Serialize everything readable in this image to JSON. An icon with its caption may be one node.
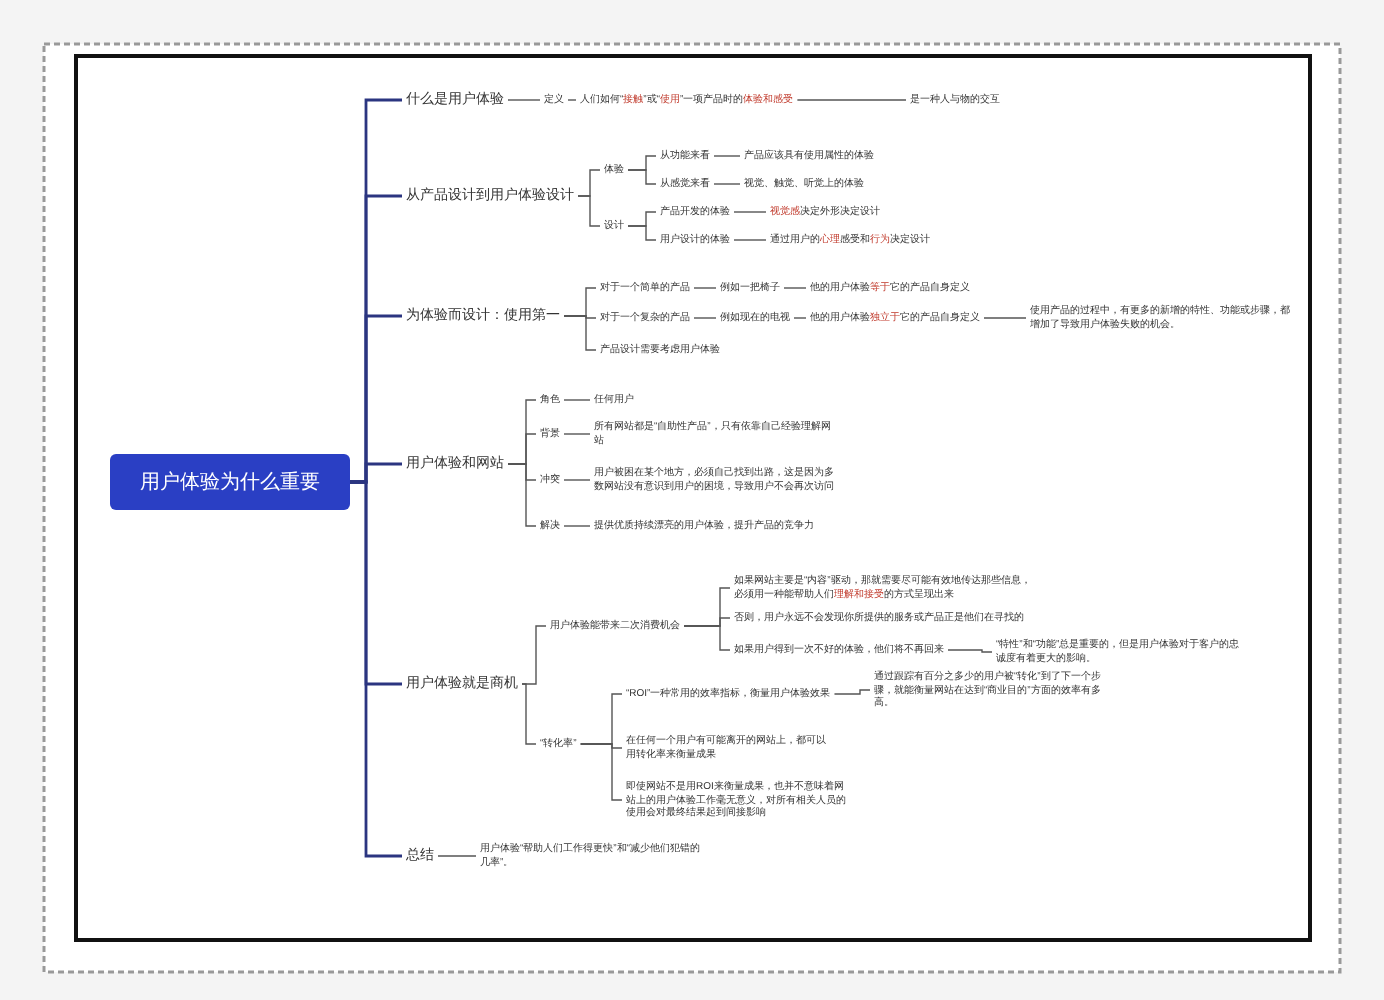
{
  "diagram": {
    "nodes": [
      {
        "text": [
          "用户体验为什么重要"
        ]
      },
      {
        "text": [
          "什么是用户体验"
        ]
      },
      {
        "text": [
          "定义"
        ]
      },
      {
        "text": [
          "人们如何“**接触**”或“**使用**”一项产品时的**体验和感受**"
        ]
      },
      {
        "text": [
          "是一种人与物的交互"
        ]
      },
      {
        "text": [
          "从产品设计到用户体验设计"
        ]
      },
      {
        "text": [
          "体验"
        ]
      },
      {
        "text": [
          "从功能来看"
        ]
      },
      {
        "text": [
          "产品应该具有使用属性的体验"
        ]
      },
      {
        "text": [
          "从感觉来看"
        ]
      },
      {
        "text": [
          "视觉、触觉、听觉上的体验"
        ]
      },
      {
        "text": [
          "设计"
        ]
      },
      {
        "text": [
          "产品开发的体验"
        ]
      },
      {
        "text": [
          "**视觉感**决定外形决定设计"
        ]
      },
      {
        "text": [
          "用户设计的体验"
        ]
      },
      {
        "text": [
          "通过用户的**心理**感受和**行为**决定设计"
        ]
      },
      {
        "text": [
          "为体验而设计：使用第一"
        ]
      },
      {
        "text": [
          "对于一个简单的产品"
        ]
      },
      {
        "text": [
          "例如一把椅子"
        ]
      },
      {
        "text": [
          "他的用户体验**等于**它的产品自身定义"
        ]
      },
      {
        "text": [
          "对于一个复杂的产品"
        ]
      },
      {
        "text": [
          "例如现在的电视"
        ]
      },
      {
        "text": [
          "他的用户体验**独立于**它的产品自身定义"
        ]
      },
      {
        "text": [
          "使用产品的过程中，有更多的新增的特性、功能或步骤，都增加了导致用户体验失败的机会。"
        ]
      },
      {
        "text": [
          "产品设计需要考虑用户体验"
        ]
      },
      {
        "text": [
          "用户体验和网站"
        ]
      },
      {
        "text": [
          "角色"
        ]
      },
      {
        "text": [
          "任何用户"
        ]
      },
      {
        "text": [
          "背景"
        ]
      },
      {
        "text": [
          "所有网站都是“自助性产品”，只有依靠自己经验理解网站"
        ]
      },
      {
        "text": [
          "冲突"
        ]
      },
      {
        "text": [
          "用户被困在某个地方，必须自己找到出路，这是因为多数网站没有意识到用户的困境，导致用户不会再次访问"
        ]
      },
      {
        "text": [
          "解决"
        ]
      },
      {
        "text": [
          "提供优质持续漂亮的用户体验，提升产品的竞争力"
        ]
      },
      {
        "text": [
          "用户体验就是商机"
        ]
      },
      {
        "text": [
          "用户体验能带来二次消费机会"
        ]
      },
      {
        "text": [
          "如果网站主要是“内容”驱动，那就需要尽可能有效地传达那些信息，必须用一种能帮助人们**理解和接受**的方式呈现出来"
        ]
      },
      {
        "text": [
          "否则，用户永远不会发现你所提供的服务或产品正是他们在寻找的"
        ]
      },
      {
        "text": [
          "如果用户得到一次不好的体验，他们将不再回来"
        ]
      },
      {
        "text": [
          "“特性”和“功能”总是重要的，但是用户体验对于客户的忠诚度有着更大的影响。"
        ]
      },
      {
        "text": [
          "“转化率”"
        ]
      },
      {
        "text": [
          "“ROI”一种常用的效率指标，衡量用户体验效果"
        ]
      },
      {
        "text": [
          "通过跟踪有百分之多少的用户被“转化”到了下一个步骤，就能衡量网站在达到“商业目的”方面的效率有多高。"
        ]
      },
      {
        "text": [
          "在任何一个用户有可能离开的网站上，都可以用转化率来衡量成果"
        ]
      },
      {
        "text": [
          "即使网站不是用ROI来衡量成果，也并不意味着网站上的用户体验工作毫无意义，对所有相关人员的使用会对最终结果起到间接影响"
        ]
      },
      {
        "text": [
          "总结"
        ]
      },
      {
        "text": [
          "用户体验“帮助人们工作得更快”和“减少他们犯错的几率”。"
        ]
      }
    ],
    "edges": [
      {
        "from": 0,
        "to": 1,
        "arrow": "none",
        "color": "#2b3580"
      },
      {
        "from": 1,
        "to": 2,
        "arrow": "none"
      },
      {
        "from": 2,
        "to": 3,
        "arrow": "none"
      },
      {
        "from": 3,
        "to": 4,
        "arrow": "none"
      },
      {
        "from": 0,
        "to": 5,
        "arrow": "none",
        "color": "#2b3580"
      },
      {
        "from": 5,
        "to": 6,
        "arrow": "none"
      },
      {
        "from": 6,
        "to": 7,
        "arrow": "none"
      },
      {
        "from": 7,
        "to": 8,
        "arrow": "none"
      },
      {
        "from": 6,
        "to": 9,
        "arrow": "none"
      },
      {
        "from": 9,
        "to": 10,
        "arrow": "none"
      },
      {
        "from": 5,
        "to": 11,
        "arrow": "none"
      },
      {
        "from": 11,
        "to": 12,
        "arrow": "none"
      },
      {
        "from": 12,
        "to": 13,
        "arrow": "none"
      },
      {
        "from": 11,
        "to": 14,
        "arrow": "none"
      },
      {
        "from": 14,
        "to": 15,
        "arrow": "none"
      },
      {
        "from": 0,
        "to": 16,
        "arrow": "none",
        "color": "#2b3580"
      },
      {
        "from": 16,
        "to": 17,
        "arrow": "none"
      },
      {
        "from": 17,
        "to": 18,
        "arrow": "none"
      },
      {
        "from": 18,
        "to": 19,
        "arrow": "none"
      },
      {
        "from": 16,
        "to": 20,
        "arrow": "none"
      },
      {
        "from": 20,
        "to": 21,
        "arrow": "none"
      },
      {
        "from": 21,
        "to": 22,
        "arrow": "none"
      },
      {
        "from": 22,
        "to": 23,
        "arrow": "none"
      },
      {
        "from": 16,
        "to": 24,
        "arrow": "none"
      },
      {
        "from": 0,
        "to": 25,
        "arrow": "none",
        "color": "#2b3580"
      },
      {
        "from": 25,
        "to": 26,
        "arrow": "none"
      },
      {
        "from": 26,
        "to": 27,
        "arrow": "none"
      },
      {
        "from": 25,
        "to": 28,
        "arrow": "none"
      },
      {
        "from": 28,
        "to": 29,
        "arrow": "none"
      },
      {
        "from": 25,
        "to": 30,
        "arrow": "none"
      },
      {
        "from": 30,
        "to": 31,
        "arrow": "none"
      },
      {
        "from": 25,
        "to": 32,
        "arrow": "none"
      },
      {
        "from": 32,
        "to": 33,
        "arrow": "none"
      },
      {
        "from": 0,
        "to": 34,
        "arrow": "none",
        "color": "#2b3580"
      },
      {
        "from": 34,
        "to": 35,
        "arrow": "none"
      },
      {
        "from": 35,
        "to": 36,
        "arrow": "none"
      },
      {
        "from": 35,
        "to": 37,
        "arrow": "none"
      },
      {
        "from": 35,
        "to": 38,
        "arrow": "none"
      },
      {
        "from": 38,
        "to": 39,
        "arrow": "none"
      },
      {
        "from": 34,
        "to": 40,
        "arrow": "none"
      },
      {
        "from": 40,
        "to": 41,
        "arrow": "none"
      },
      {
        "from": 41,
        "to": 42,
        "arrow": "none"
      },
      {
        "from": 40,
        "to": 43,
        "arrow": "none"
      },
      {
        "from": 40,
        "to": 44,
        "arrow": "none"
      },
      {
        "from": 0,
        "to": 45,
        "arrow": "none",
        "color": "#2b3580"
      },
      {
        "from": 45,
        "to": 46,
        "arrow": "none"
      }
    ]
  }
}
